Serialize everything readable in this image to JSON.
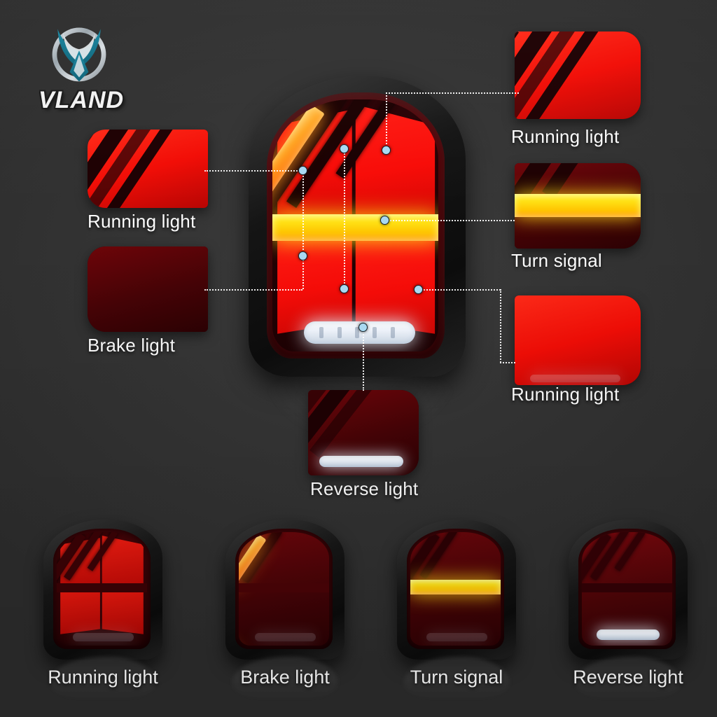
{
  "brand": {
    "name": "VLAND",
    "logo_icon": "vland-wing-emblem-icon"
  },
  "hero": {
    "name": "mini-cooper-led-tail-light",
    "callout_dots": 8
  },
  "callouts": [
    {
      "id": "running-light-top-right",
      "label": "Running light",
      "side": "right",
      "mode": "running"
    },
    {
      "id": "turn-signal-right",
      "label": "Turn signal",
      "side": "right",
      "mode": "turn"
    },
    {
      "id": "running-light-bottom-right",
      "label": "Running light",
      "side": "right",
      "mode": "running-lower"
    },
    {
      "id": "running-light-left",
      "label": "Running light",
      "side": "left",
      "mode": "running"
    },
    {
      "id": "brake-light-left",
      "label": "Brake light",
      "side": "left",
      "mode": "brake"
    },
    {
      "id": "reverse-light-bottom",
      "label": "Reverse light",
      "side": "bottom",
      "mode": "reverse"
    }
  ],
  "modes_row": [
    {
      "id": "mode-running",
      "label": "Running light"
    },
    {
      "id": "mode-brake",
      "label": "Brake light"
    },
    {
      "id": "mode-turn",
      "label": "Turn signal"
    },
    {
      "id": "mode-reverse",
      "label": "Reverse light"
    }
  ],
  "colors": {
    "background": "#333333",
    "lens_red": "#f20d06",
    "brake_amber": "#ff9d22",
    "turn_yellow": "#ffe216",
    "reverse_white": "#ffffff",
    "callout_dot": "#a9d9f2",
    "label_text": "#fdfdfd",
    "logo_teal": "#14788f"
  }
}
